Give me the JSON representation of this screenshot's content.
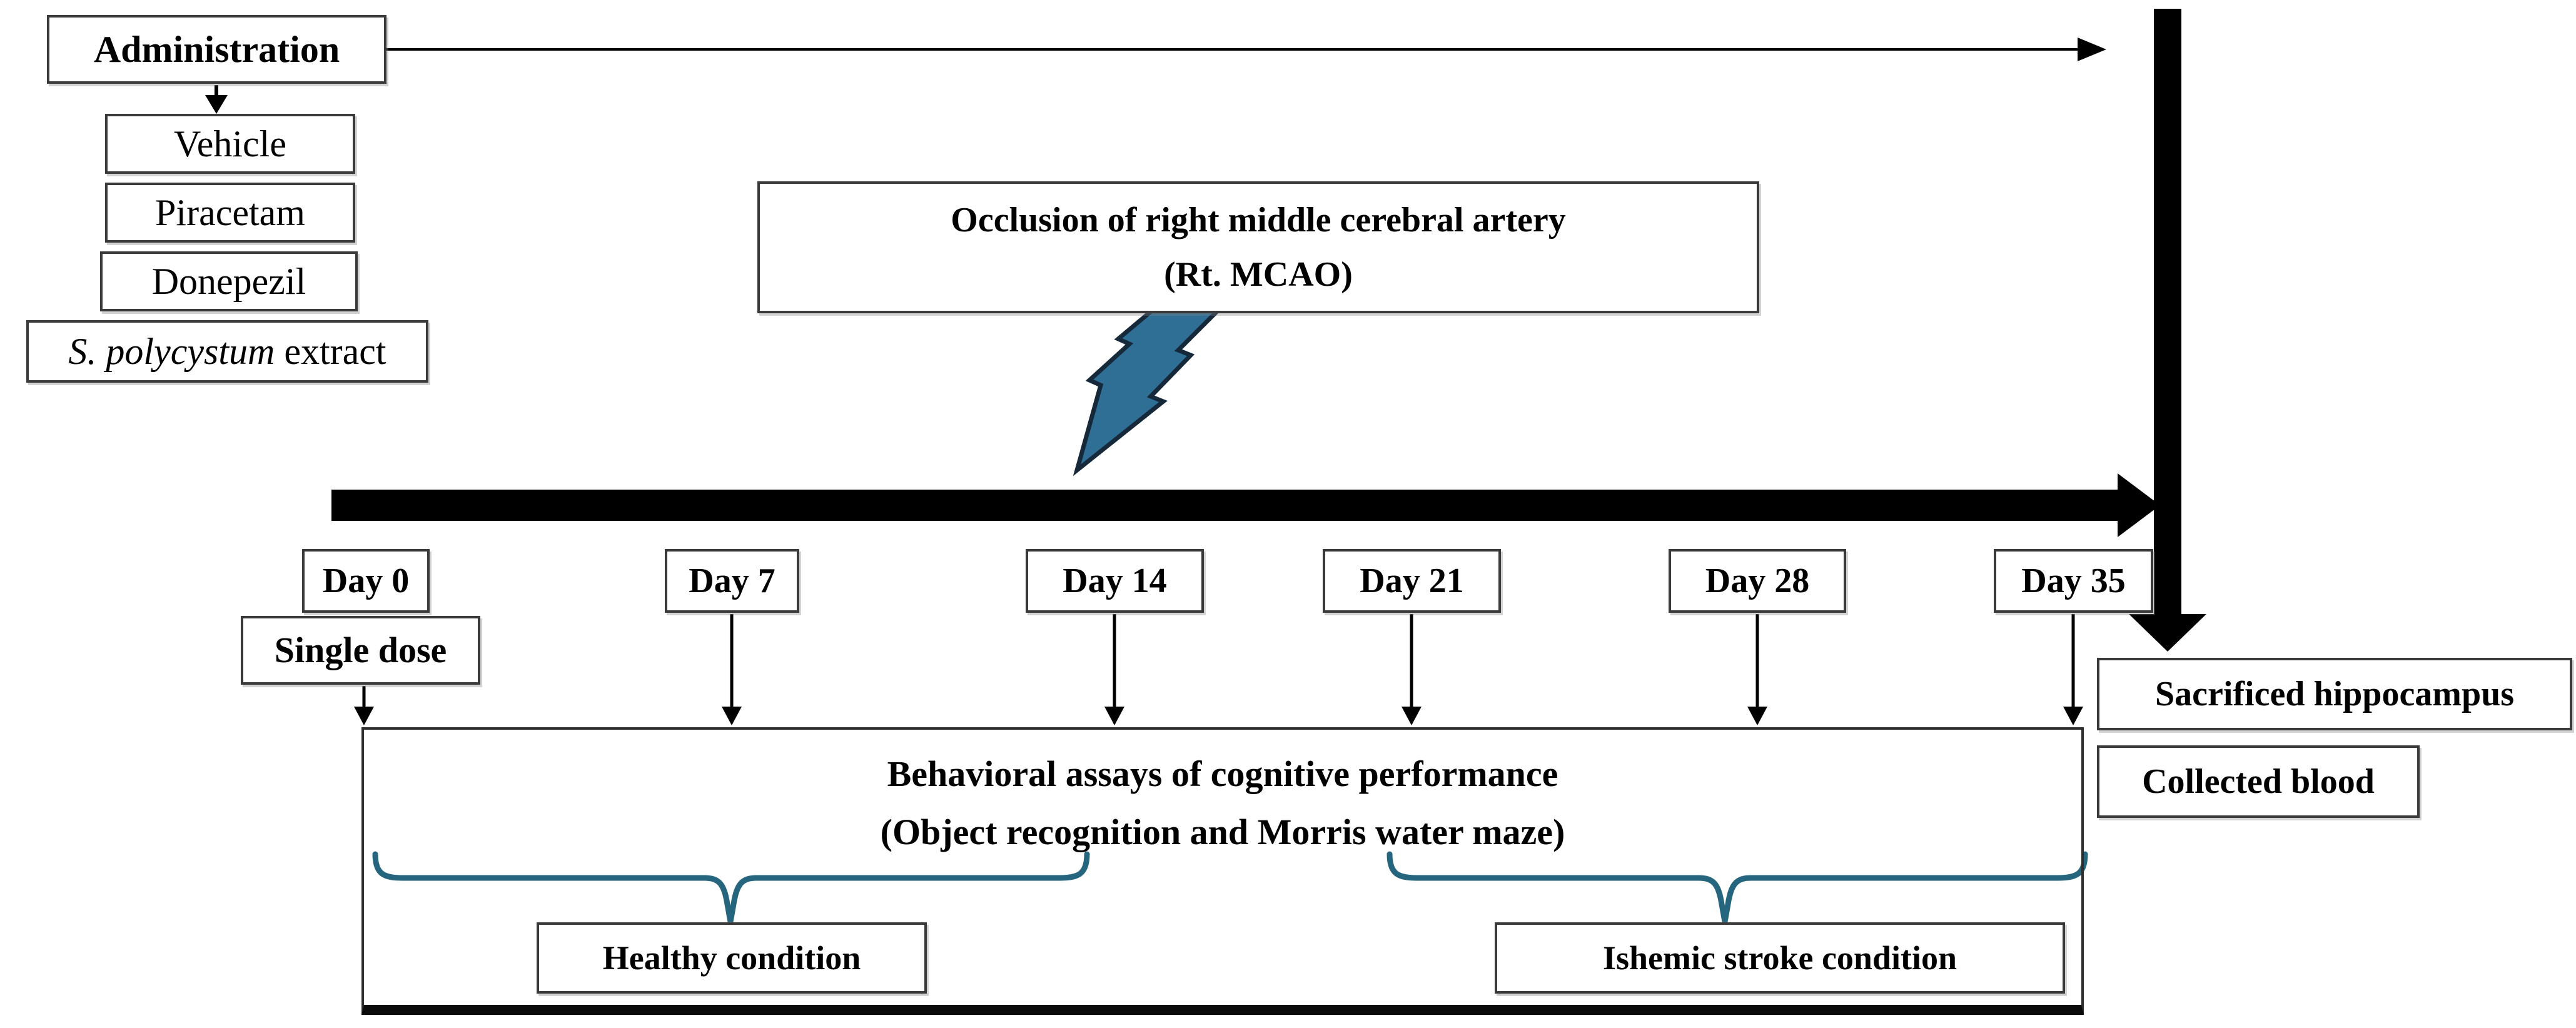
{
  "administration": {
    "label": "Administration"
  },
  "treatments": [
    {
      "label": "Vehicle"
    },
    {
      "label": "Piracetam"
    },
    {
      "label": "Donepezil"
    },
    {
      "italic_part": "S. polycystum",
      "rest_part": " extract"
    }
  ],
  "occlusion": {
    "line1": "Occlusion of right middle cerebral artery",
    "line2": "(Rt. MCAO)"
  },
  "timeline": {
    "days": [
      "Day 0",
      "Day 7",
      "Day 14",
      "Day 21",
      "Day 28",
      "Day 35"
    ],
    "single_dose": "Single dose"
  },
  "assays": {
    "line1": "Behavioral assays of cognitive performance",
    "line2": "(Object recognition and Morris water maze)"
  },
  "conditions": {
    "healthy": "Healthy condition",
    "ischemic": "Ishemic stroke condition"
  },
  "endpoints": {
    "sacrificed": "Sacrificed hippocampus",
    "collected": "Collected blood"
  },
  "colors": {
    "ink": "#000000",
    "brace_teal": "#26657E",
    "bolt_fill": "#2F6F96",
    "bolt_outline": "#15293B"
  }
}
